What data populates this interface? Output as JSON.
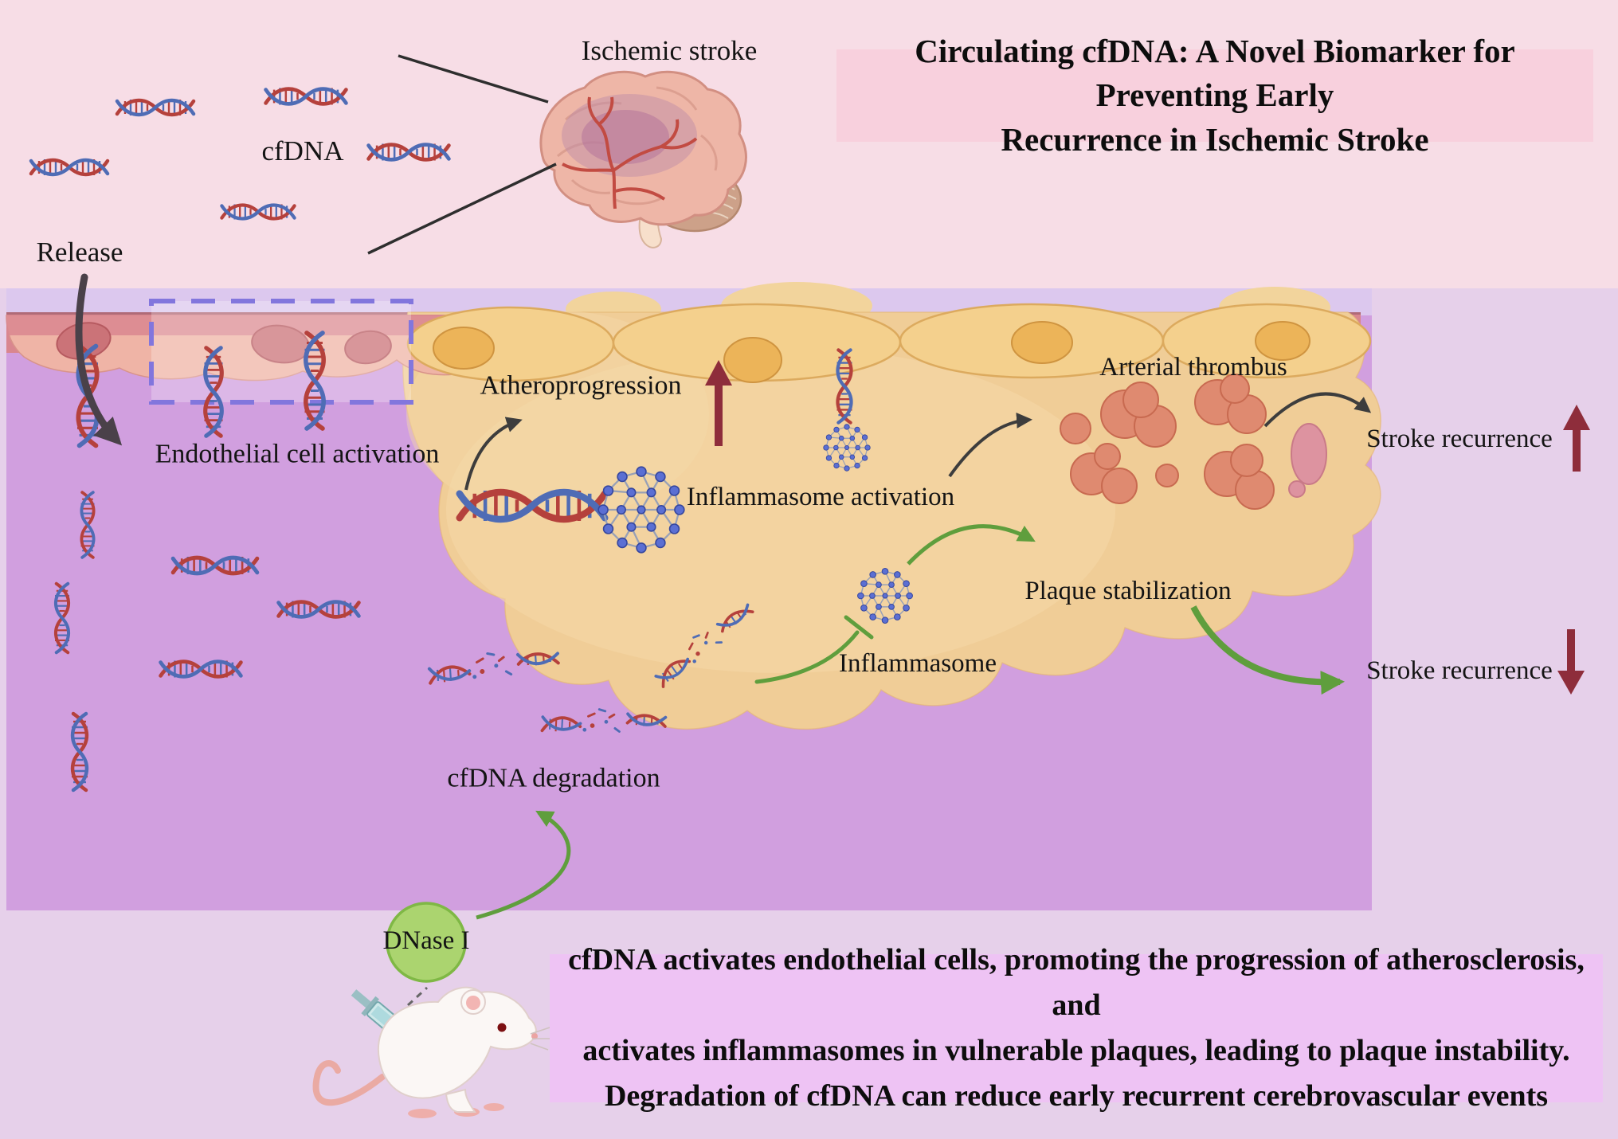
{
  "title_box": {
    "line1": "Circulating cfDNA: A Novel Biomarker for Preventing Early",
    "line2": "Recurrence in Ischemic Stroke"
  },
  "summary_box": {
    "line1": "cfDNA activates endothelial cells, promoting the progression of atherosclerosis, and",
    "line2": "activates inflammasomes in vulnerable plaques, leading to plaque instability.",
    "line3": "Degradation of cfDNA can reduce early recurrent cerebrovascular events"
  },
  "labels": {
    "ischemic_stroke": "Ischemic stroke",
    "cfdna": "cfDNA",
    "release": "Release",
    "endothelial_activation": "Endothelial cell activation",
    "atheroprogression": "Atheroprogression",
    "inflammasome_activation": "Inflammasome activation",
    "arterial_thrombus": "Arterial thrombus",
    "stroke_recurrence_up": "Stroke recurrence",
    "plaque_stabilization": "Plaque stabilization",
    "inflammasome": "Inflammasome",
    "stroke_recurrence_down": "Stroke recurrence",
    "cfdna_degradation": "cfDNA degradation",
    "dnase": "DNase I"
  },
  "colors": {
    "top_background": "#f7dde6",
    "outer_background": "#e6d0ea",
    "vessel_panel": "#d19fdf",
    "panel_top_band": "#dcc8ee",
    "title_box_bg": "#f8d0dd",
    "summary_box_bg": "#eec3f4",
    "plaque": "#f0cd97",
    "foam_cell": "#f4d08d",
    "endothelial_cell": "#efb4a6",
    "thrombus": "#df8a70",
    "dna_red": "#b5413c",
    "dna_blue": "#4f6cb5",
    "maroon_arrow": "#8e2d3b",
    "green_arrow": "#5f9e3d",
    "dnase_circle": "#abd46f",
    "dashed_highlight": "#8276dd"
  }
}
